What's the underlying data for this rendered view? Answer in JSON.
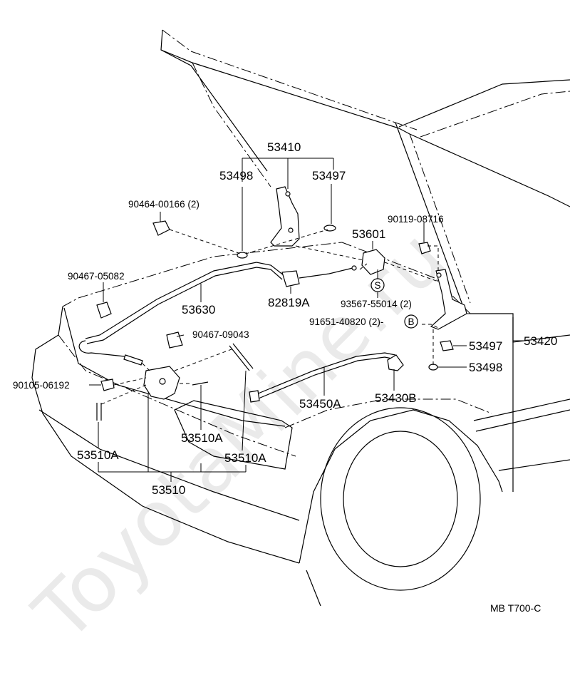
{
  "watermark": "ToyotaMine.ru",
  "corner_code": "MB  T700-C",
  "labels": {
    "p53410": "53410",
    "p53498_top": "53498",
    "p53497_top": "53497",
    "p90464": "90464-00166 (2)",
    "p90119": "90119-08716",
    "p53601": "53601",
    "p90467_05082": "90467-05082",
    "p53630": "53630",
    "p82819A": "82819A",
    "p93567": "93567-55014 (2)",
    "p91651": "91651-40820 (2)-",
    "p90467_09043": "90467-09043",
    "p53497_right": "53497",
    "p53420": "53420",
    "p53498_right": "53498",
    "p90105": "90105-06192",
    "p53450A": "53450A",
    "p53430B": "53430B",
    "p53510A_mid": "53510A",
    "p53510A_left": "53510A",
    "p53510A_right": "53510A",
    "p53510": "53510"
  },
  "symbols": {
    "s": "S",
    "b": "B"
  }
}
